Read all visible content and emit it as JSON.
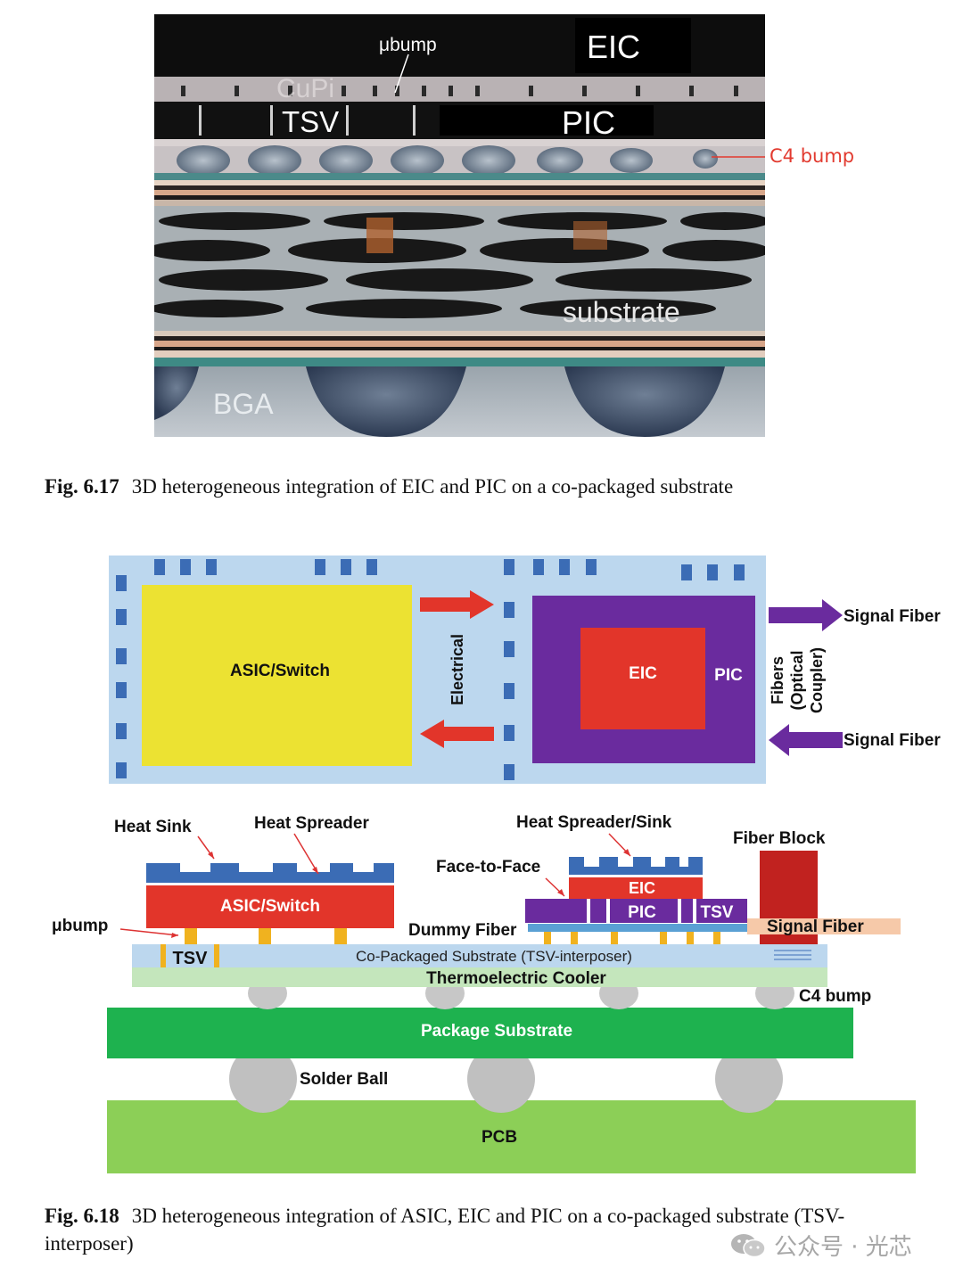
{
  "fig17": {
    "photo_labels": {
      "ubump": "μbump",
      "eic": "EIC",
      "cupi": "CuPi",
      "tsv": "TSV",
      "pic": "PIC",
      "c4": "C4 bump",
      "substrate": "substrate",
      "bga": "BGA"
    },
    "caption_num": "Fig. 6.17",
    "caption_text": "3D heterogeneous integration of EIC and PIC on a co-packaged substrate"
  },
  "fig18": {
    "top": {
      "asic": "ASIC/Switch",
      "electrical": "Electrical",
      "eic": "EIC",
      "pic": "PIC",
      "fibers": "Fibers",
      "optical": "(Optical",
      "coupler": "Coupler)",
      "signal_fiber_out": "Signal Fiber",
      "signal_fiber_in": "Signal Fiber"
    },
    "bottom": {
      "heat_sink": "Heat Sink",
      "heat_spreader": "Heat Spreader",
      "heat_spreader_sink": "Heat Spreader/Sink",
      "fiber_block": "Fiber Block",
      "face_to_face": "Face-to-Face",
      "asic": "ASIC/Switch",
      "eic": "EIC",
      "pic": "PIC",
      "tsv_chip": "TSV",
      "signal_fiber": "Signal Fiber",
      "ubump": "μbump",
      "dummy_fiber": "Dummy Fiber",
      "tsv": "TSV",
      "interposer": "Co-Packaged Substrate (TSV-interposer)",
      "tec": "Thermoelectric Cooler",
      "c4": "C4 bump",
      "package_substrate": "Package Substrate",
      "solder_ball": "Solder Ball",
      "pcb": "PCB"
    },
    "caption_num": "Fig. 6.18",
    "caption_line1": "3D heterogeneous integration of ASIC, EIC and PIC on a co-packaged substrate (TSV-",
    "caption_line2": "interposer)"
  },
  "watermark": {
    "text": "公众号 · 光芯",
    "icon": "wechat-icon"
  }
}
